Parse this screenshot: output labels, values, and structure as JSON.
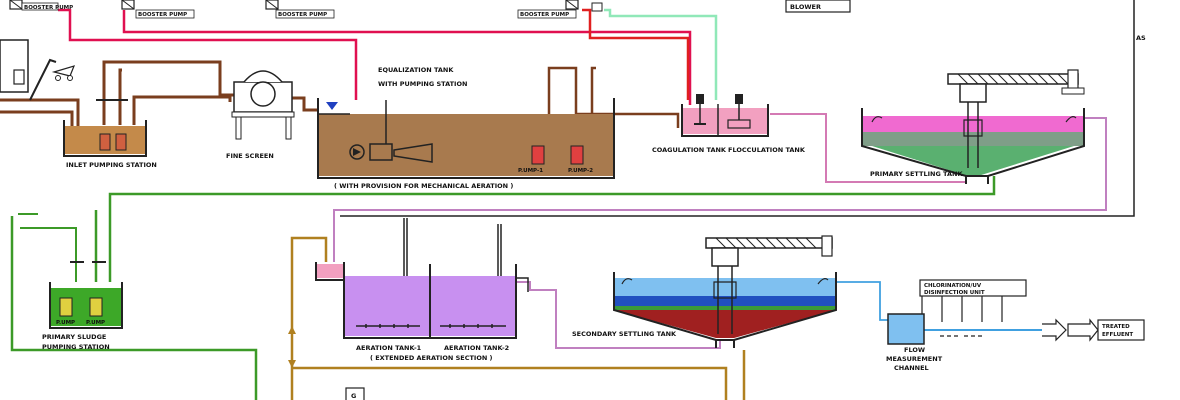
{
  "labels": {
    "blower": "BLOWER",
    "booster_pump_1": "BOOSTER PUMP",
    "booster_pump_2": "BOOSTER PUMP",
    "booster_pump_3": "BOOSTER PUMP",
    "booster_pump_4": "BOOSTER PUMP",
    "inlet_pumping_station": "INLET PUMPING STATION",
    "fine_screen": "FINE SCREEN",
    "equalization_tank_1": "EQUALIZATION TANK",
    "equalization_tank_2": "WITH PUMPING STATION",
    "equalization_note": "( WITH PROVISION FOR MECHANICAL AERATION )",
    "coagulation_tank": "COAGULATION TANK",
    "flocculation_tank": "FLOCCULATION TANK",
    "primary_settling_tank": "PRIMARY SETTLING TANK",
    "pump_1": "P.UMP-1",
    "pump_2": "P.UMP-2",
    "primary_sludge_1": "PRIMARY SLUDGE",
    "primary_sludge_2": "PUMPING STATION",
    "pump_small_1": "P.UMP",
    "pump_small_2": "P.UMP",
    "aeration_tank_1": "AERATION TANK-1",
    "aeration_tank_2": "AERATION TANK-2",
    "aeration_note": "( EXTENDED AERATION SECTION )",
    "secondary_settling_tank": "SECONDARY SETTLING TANK",
    "flow_channel_1": "FLOW",
    "flow_channel_2": "MEASUREMENT",
    "flow_channel_3": "CHANNEL",
    "chlorination_1": "CHLORINATION/UV",
    "chlorination_2": "DISINFECTION UNIT",
    "treated_1": "TREATED",
    "treated_2": "EFFLUENT",
    "side_mark": "AS",
    "box_mark": "G"
  },
  "colors": {
    "raw_sewage": "#7a3e1e",
    "inlet_water": "#c48a4a",
    "equalization_water": "#a87a4e",
    "chemical_line": "#e01050",
    "coag_line": "#e02020",
    "blower_line": "#90e8b8",
    "coag_water": "#f2a0c0",
    "settling_top": "#f06ad0",
    "settling_bottom": "#5ab070",
    "sludge_line": "#3c9a28",
    "sludge_water": "#3da828",
    "aeration_water": "#c890f0",
    "aeration_line": "#c080c0",
    "return_line": "#b08020",
    "secondary_top": "#7fc0f0",
    "secondary_mid": "#2050c0",
    "secondary_bottom": "#a02020",
    "effluent_line": "#40a0e0",
    "flow_water": "#7fc0f0"
  }
}
